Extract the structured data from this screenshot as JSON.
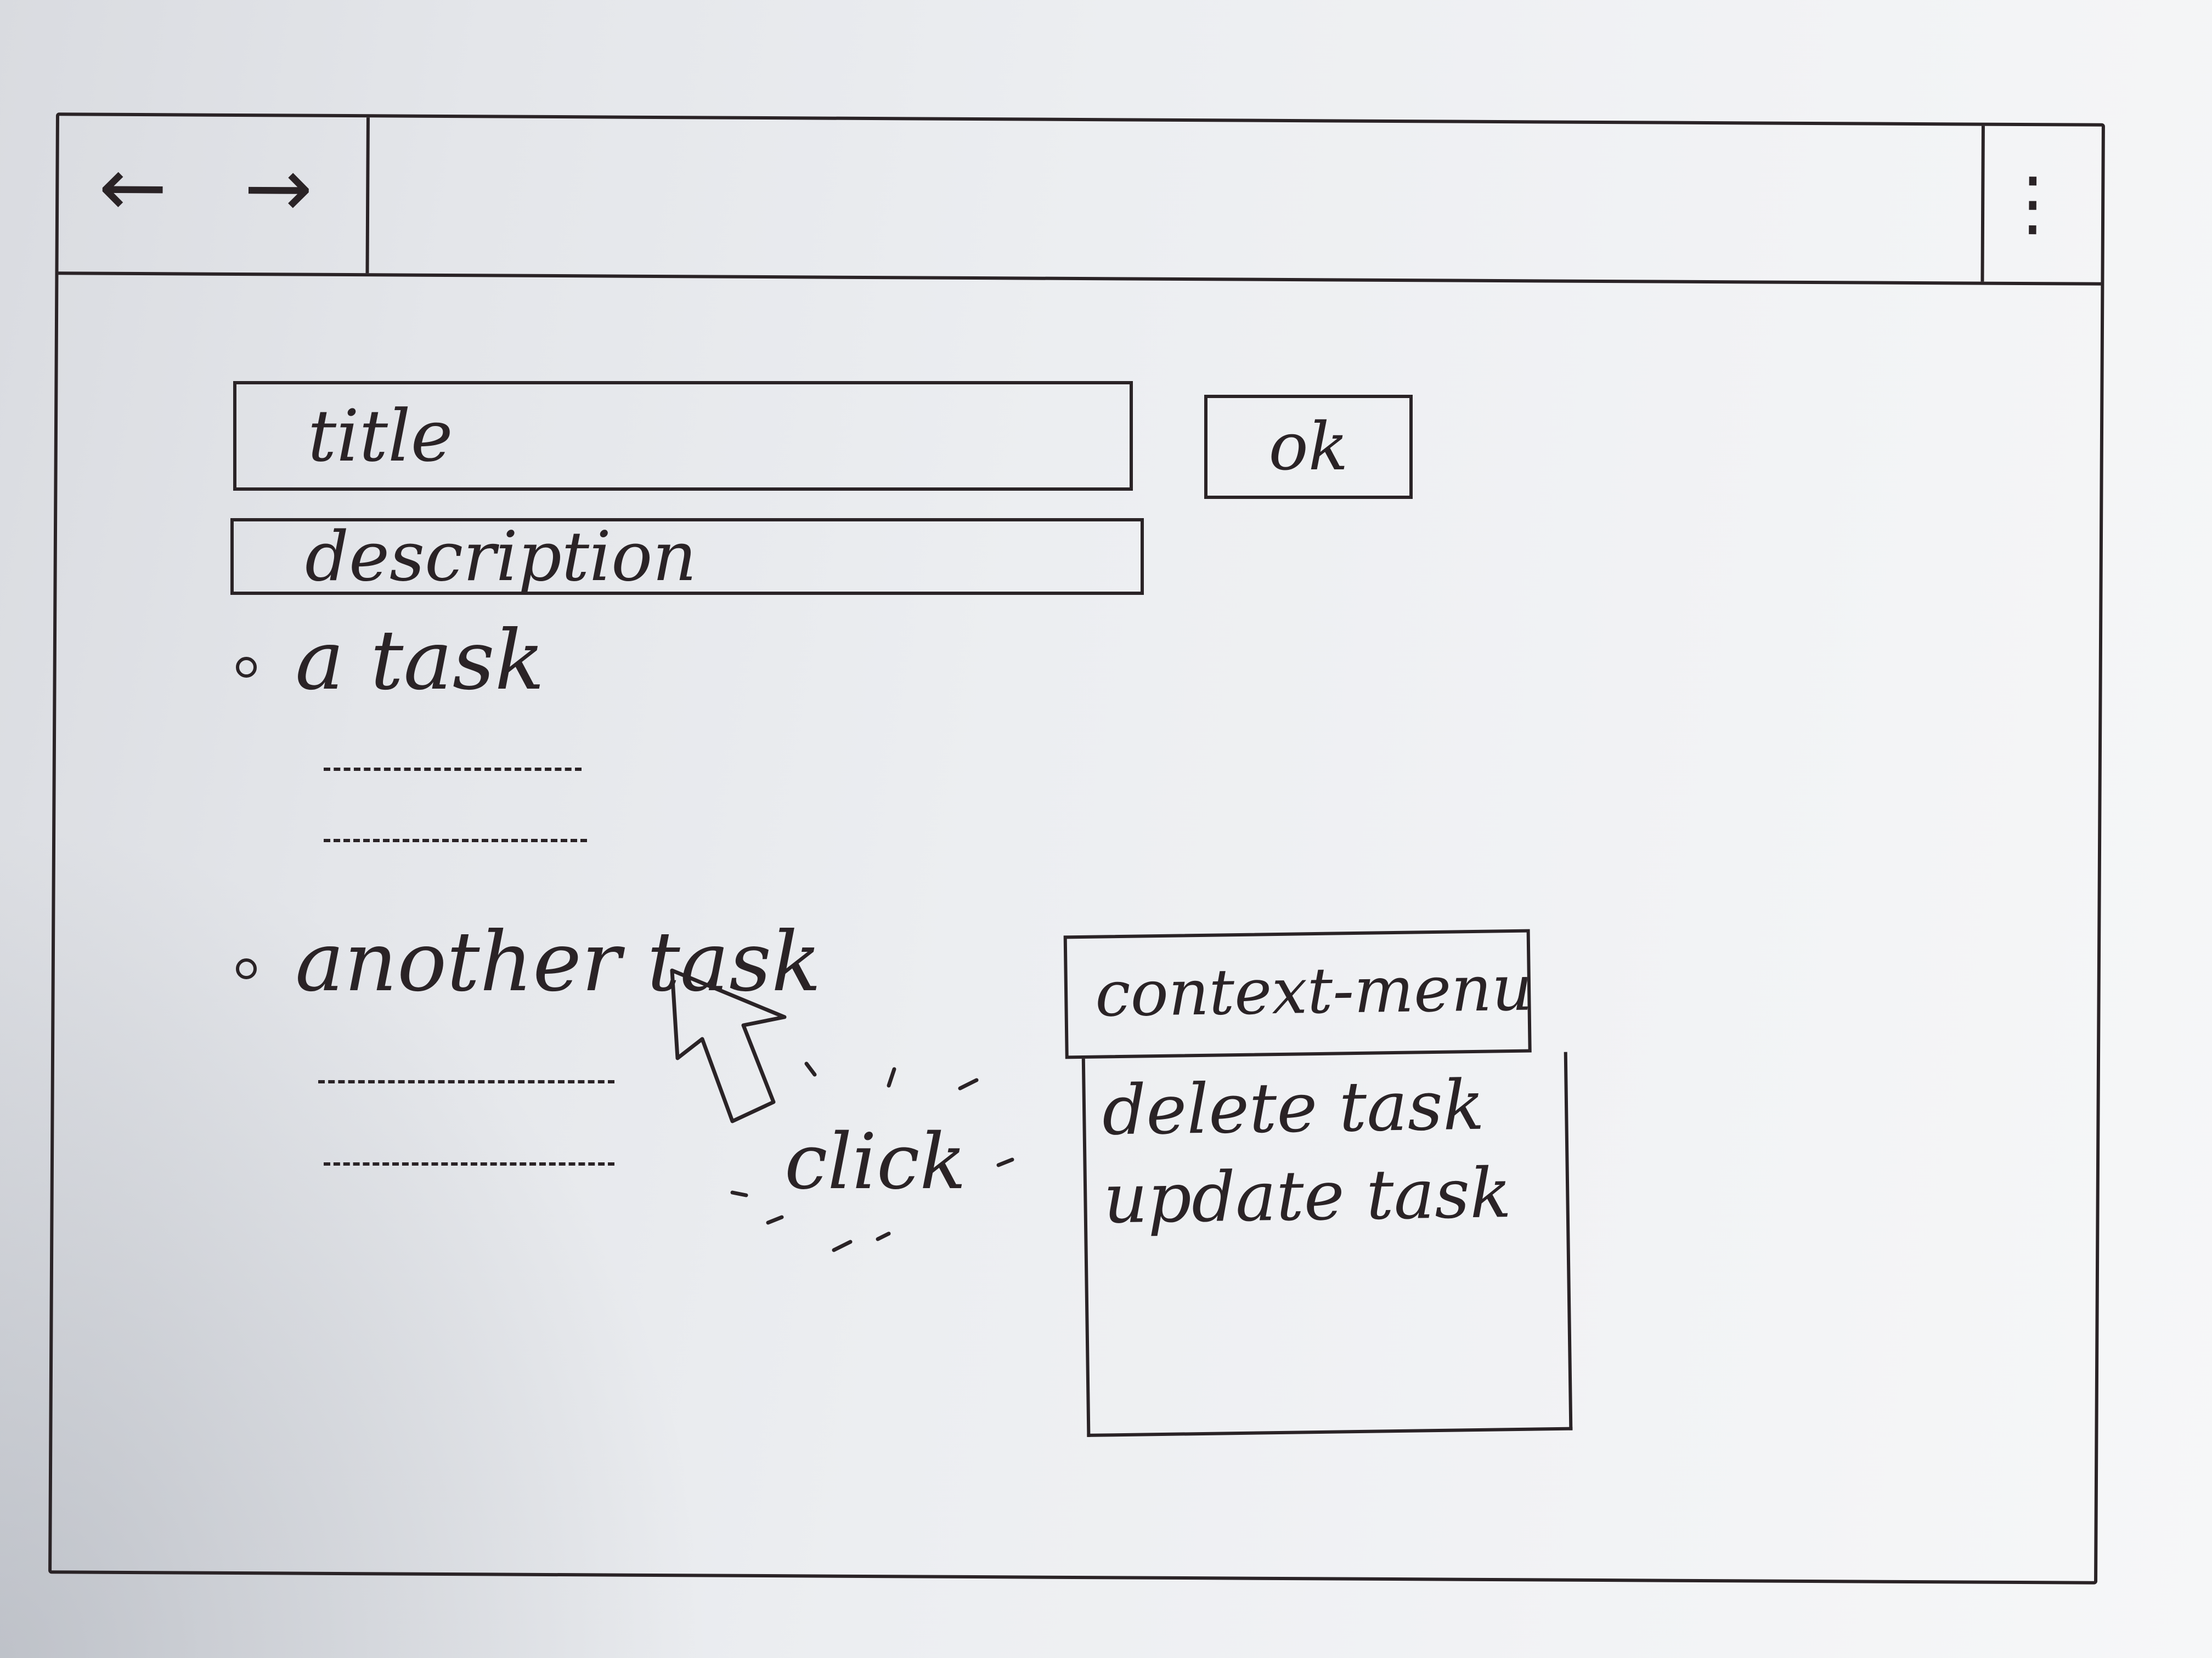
{
  "browser": {
    "back_icon": "arrow-left-icon",
    "forward_icon": "arrow-right-icon",
    "menu_icon": "kebab-menu-icon",
    "back_glyph": "←",
    "forward_glyph": "→",
    "menu_glyph": "⋮"
  },
  "form": {
    "title_placeholder": "title",
    "description_placeholder": "description",
    "ok_label": "ok"
  },
  "tasks": [
    {
      "title": "a task"
    },
    {
      "title": "another task"
    }
  ],
  "annotation": {
    "click_label": "click",
    "cursor_icon": "cursor-arrow-icon"
  },
  "context_menu": {
    "title": "context-menu",
    "items": [
      "delete task",
      "update task"
    ]
  },
  "colors": {
    "ink": "#2a2326",
    "paper": "#eceef1"
  }
}
